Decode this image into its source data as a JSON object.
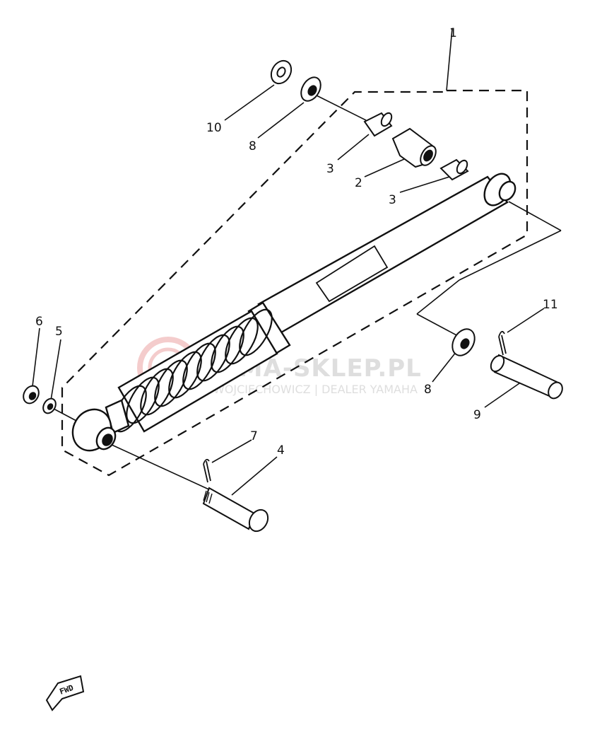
{
  "callouts": {
    "c1": "1",
    "c2": "2",
    "c3a": "3",
    "c3b": "3",
    "c4": "4",
    "c5": "5",
    "c6": "6",
    "c7": "7",
    "c8a": "8",
    "c8b": "8",
    "c9": "9",
    "c10": "10",
    "c11": "11"
  },
  "watermark": {
    "main": "YAMA-SKLEP.PL",
    "sub": "WOJCIECHOWICZ | DEALER YAMAHA",
    "color": "#e07070"
  },
  "fwd_arrow": {
    "label": "FWD"
  },
  "icons": [
    "rear-shock-absorber-icon",
    "fwd-arrow-icon",
    "watermark-logo-icon"
  ]
}
